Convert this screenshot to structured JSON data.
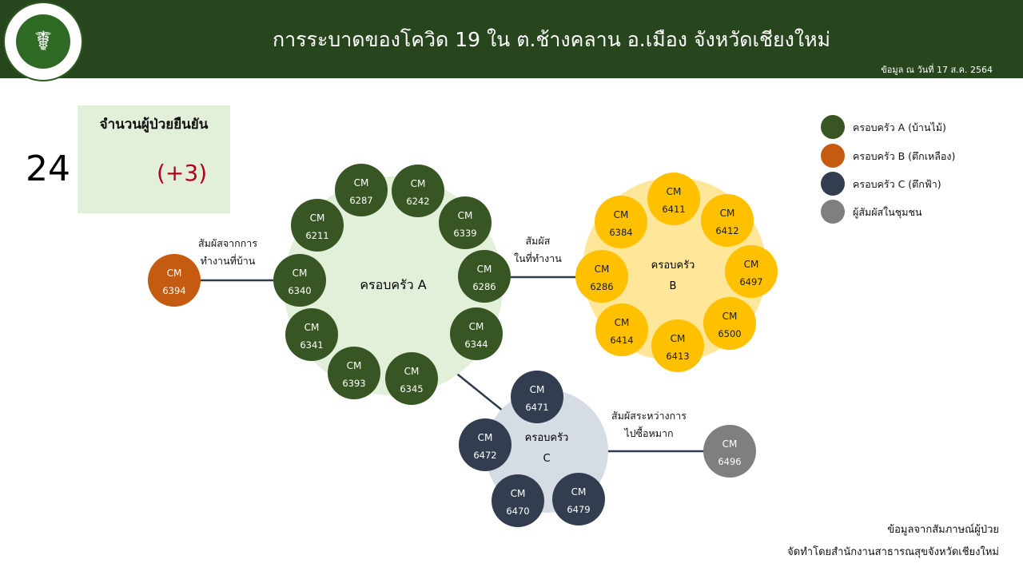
{
  "header": {
    "title": "การระบาดของโควิด 19 ใน ต.ช้างคลาน อ.เมือง จังหวัดเชียงใหม่",
    "as_of": "ข้อมูล ณ วันที่ 17 ส.ค. 2564",
    "logo_glyph": "☤"
  },
  "summary": {
    "label": "จำนวนผู้ป่วยยืนยัน",
    "count": "24",
    "delta": "(+3)"
  },
  "legend": [
    {
      "label": "ครอบครัว A (บ้านไม้)",
      "color": "#375623"
    },
    {
      "label": "ครอบครัว B (ตึกเหลือง)",
      "color": "#c55a11"
    },
    {
      "label": "ครอบครัว C (ตึกฟ้า)",
      "color": "#323e4f"
    },
    {
      "label": "ผู้สัมผัสในชุมชน",
      "color": "#7f7f7f"
    }
  ],
  "colors": {
    "family_a": "#375623",
    "family_a_bg": "#e2efd9",
    "family_b": "#ffc000",
    "family_b_bg": "#ffe699",
    "family_c": "#323e4f",
    "family_c_bg": "#d6dce4",
    "index_case": "#c55a11",
    "community": "#7f7f7f",
    "edge": "#2f3b4c"
  },
  "clusters": [
    {
      "id": "A",
      "label": [
        "ครอบครัว A"
      ],
      "color_key": "family_a_bg",
      "cases": [
        {
          "prefix": "CM",
          "id": "6287"
        },
        {
          "prefix": "CM",
          "id": "6242"
        },
        {
          "prefix": "CM",
          "id": "6339"
        },
        {
          "prefix": "CM",
          "id": "6286"
        },
        {
          "prefix": "CM",
          "id": "6344"
        },
        {
          "prefix": "CM",
          "id": "6345"
        },
        {
          "prefix": "CM",
          "id": "6393"
        },
        {
          "prefix": "CM",
          "id": "6341"
        },
        {
          "prefix": "CM",
          "id": "6340"
        },
        {
          "prefix": "CM",
          "id": "6211"
        }
      ]
    },
    {
      "id": "B",
      "label": [
        "ครอบครัว",
        "B"
      ],
      "color_key": "family_b_bg",
      "cases": [
        {
          "prefix": "CM",
          "id": "6411"
        },
        {
          "prefix": "CM",
          "id": "6412"
        },
        {
          "prefix": "CM",
          "id": "6497"
        },
        {
          "prefix": "CM",
          "id": "6500"
        },
        {
          "prefix": "CM",
          "id": "6413"
        },
        {
          "prefix": "CM",
          "id": "6414"
        },
        {
          "prefix": "CM",
          "id": "6286"
        },
        {
          "prefix": "CM",
          "id": "6384"
        }
      ]
    },
    {
      "id": "C",
      "label": [
        "ครอบครัว",
        "C"
      ],
      "color_key": "family_c_bg",
      "cases": [
        {
          "prefix": "CM",
          "id": "6471"
        },
        {
          "prefix": "CM",
          "id": "6479"
        },
        {
          "prefix": "CM",
          "id": "6470"
        },
        {
          "prefix": "CM",
          "id": "6472"
        }
      ]
    }
  ],
  "external_cases": [
    {
      "prefix": "CM",
      "id": "6394",
      "color_key": "index_case"
    },
    {
      "prefix": "CM",
      "id": "6496",
      "color_key": "community"
    }
  ],
  "edges": [
    {
      "from": "CM 6394",
      "to": "CM 6340",
      "label": [
        "สัมผัสจากการ",
        "ทำงานที่บ้าน"
      ]
    },
    {
      "from": "CM 6286 (A)",
      "to": "CM 6286 (B)",
      "label": [
        "สัมผัส",
        "ในที่ทำงาน"
      ]
    },
    {
      "from": "CM 6345",
      "to": "ครอบครัว C",
      "label": []
    },
    {
      "from": "ครอบครัว C",
      "to": "CM 6496",
      "label": [
        "สัมผัสระหว่างการ",
        "ไปซื้อหมาก"
      ]
    }
  ],
  "footer": {
    "source": "ข้อมูลจากสัมภาษณ์ผู้ป่วย",
    "prepared_by": "จัดทำโดยสำนักงานสาธารณสุขจังหวัดเชียงใหม่"
  }
}
